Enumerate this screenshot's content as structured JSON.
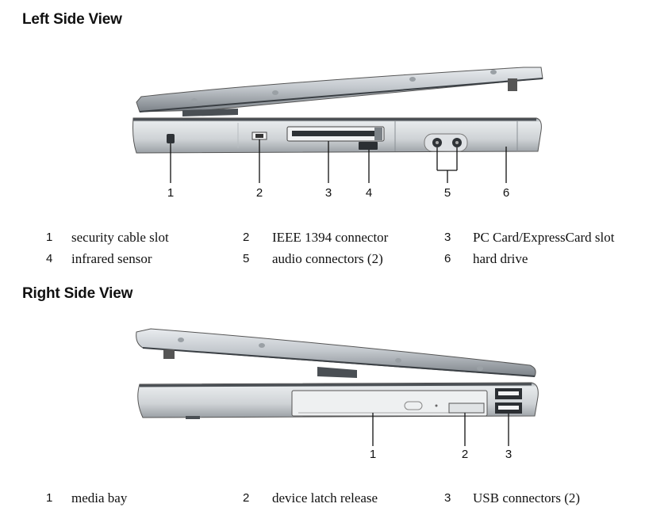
{
  "left_view": {
    "title": "Left Side View",
    "callouts": [
      "1",
      "2",
      "3",
      "4",
      "5",
      "6"
    ],
    "legend": [
      {
        "num": "1",
        "label": "security cable slot"
      },
      {
        "num": "2",
        "label": "IEEE 1394 connector"
      },
      {
        "num": "3",
        "label": "PC Card/ExpressCard slot"
      },
      {
        "num": "4",
        "label": "infrared sensor"
      },
      {
        "num": "5",
        "label": "audio connectors (2)"
      },
      {
        "num": "6",
        "label": "hard drive"
      }
    ]
  },
  "right_view": {
    "title": "Right Side View",
    "callouts": [
      "1",
      "2",
      "3"
    ],
    "legend": [
      {
        "num": "1",
        "label": "media bay"
      },
      {
        "num": "2",
        "label": "device latch release"
      },
      {
        "num": "3",
        "label": "USB connectors (2)"
      }
    ]
  }
}
